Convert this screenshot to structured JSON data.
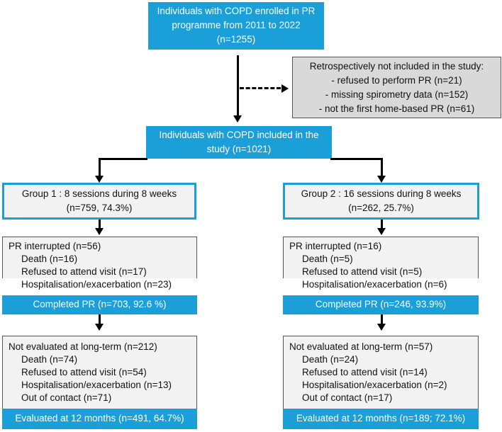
{
  "enrolled": {
    "line1": "Individuals with COPD enrolled in PR",
    "line2": "programme from 2011 to 2022",
    "line3": "(n=1255)"
  },
  "excluded": {
    "title": "Retrospectively not included in the study:",
    "items": [
      "- refused to perform PR (n=21)",
      "-   missing spirometry data (n=152)",
      "-   not the first home-based PR (n=61)"
    ]
  },
  "included": {
    "line1": "Individuals with COPD included in the",
    "line2": "study  (n=1021)"
  },
  "group1": {
    "title": "Group 1 : 8 sessions during 8 weeks",
    "count": "(n=759, 74.3%)",
    "interrupted": {
      "title": "PR interrupted (n=56)",
      "items": [
        "Death (n=16)",
        "Refused to attend visit (n=17)",
        "Hospitalisation/exacerbation (n=23)"
      ]
    },
    "completed": "Completed PR (n=703, 92.6 %)",
    "not_evaluated": {
      "title": "Not evaluated at long-term (n=212)",
      "items": [
        "Death (n=74)",
        "Refused to attend visit (n=54)",
        "Hospitalisation/exacerbation (n=13)",
        "Out of contact (n=71)"
      ]
    },
    "evaluated": "Evaluated at 12 months (n=491, 64.7%)"
  },
  "group2": {
    "title": "Group 2 : 16 sessions during 8 weeks",
    "count": "(n=262, 25.7%)",
    "interrupted": {
      "title": "PR interrupted (n=16)",
      "items": [
        "Death (n=5)",
        "Refused to attend visit (n=5)",
        "Hospitalisation/exacerbation (n=6)"
      ]
    },
    "completed": "Completed PR (n=246, 93.9%)",
    "not_evaluated": {
      "title": "Not evaluated at long-term (n=57)",
      "items": [
        "Death (n=24)",
        "Refused to attend visit (n=14)",
        "Hospitalisation/exacerbation (n=2)",
        "Out of contact (n=17)"
      ]
    },
    "evaluated": "Evaluated at 12 months (n=189; 72.1%)"
  }
}
